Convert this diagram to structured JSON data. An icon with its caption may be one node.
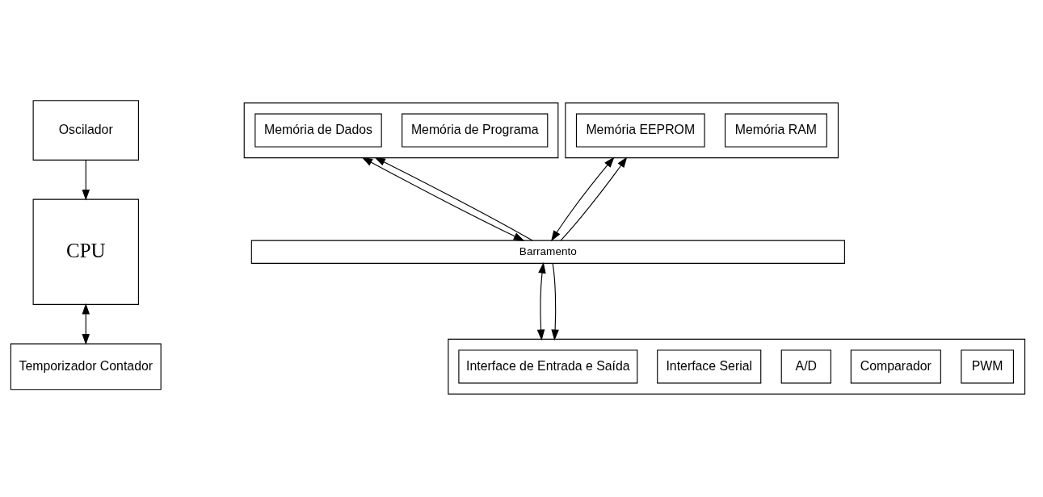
{
  "diagram": {
    "nodes": [
      {
        "text": [
          "Oscilador"
        ]
      },
      {
        "text": [
          "CPU"
        ]
      },
      {
        "text": [
          "Temporizador Contador"
        ]
      },
      {
        "text": [],
        "shape": "box"
      },
      {
        "text": [
          "Memória de Dados"
        ],
        "in": 3
      },
      {
        "text": [
          "Memória de Programa"
        ],
        "in": 3
      },
      {
        "text": [],
        "shape": "box"
      },
      {
        "text": [
          "Memória EEPROM"
        ],
        "in": 6
      },
      {
        "text": [
          "Memória RAM"
        ],
        "in": 6
      },
      {
        "text": [
          "Barramento"
        ]
      },
      {
        "text": [],
        "shape": "box"
      },
      {
        "text": [
          "Interface de Entrada e Saída"
        ],
        "in": 10
      },
      {
        "text": [
          "Interface Serial"
        ],
        "in": 10
      },
      {
        "text": [
          "A/D"
        ],
        "in": 10
      },
      {
        "text": [
          "Comparador"
        ],
        "in": 10
      },
      {
        "text": [
          "PWM"
        ],
        "in": 10
      }
    ],
    "edges": [
      {
        "from": 0,
        "to": 1,
        "arrow": "to"
      },
      {
        "from": 1,
        "to": 2,
        "arrow": "both"
      },
      {
        "from": 9,
        "to": 3,
        "arrow": "both"
      },
      {
        "from": 9,
        "to": 3,
        "arrow": "to"
      },
      {
        "from": 9,
        "to": 6,
        "arrow": "both"
      },
      {
        "from": 9,
        "to": 6,
        "arrow": "to"
      },
      {
        "from": 9,
        "to": 10,
        "arrow": "both"
      },
      {
        "from": 9,
        "to": 10,
        "arrow": "to"
      }
    ]
  }
}
